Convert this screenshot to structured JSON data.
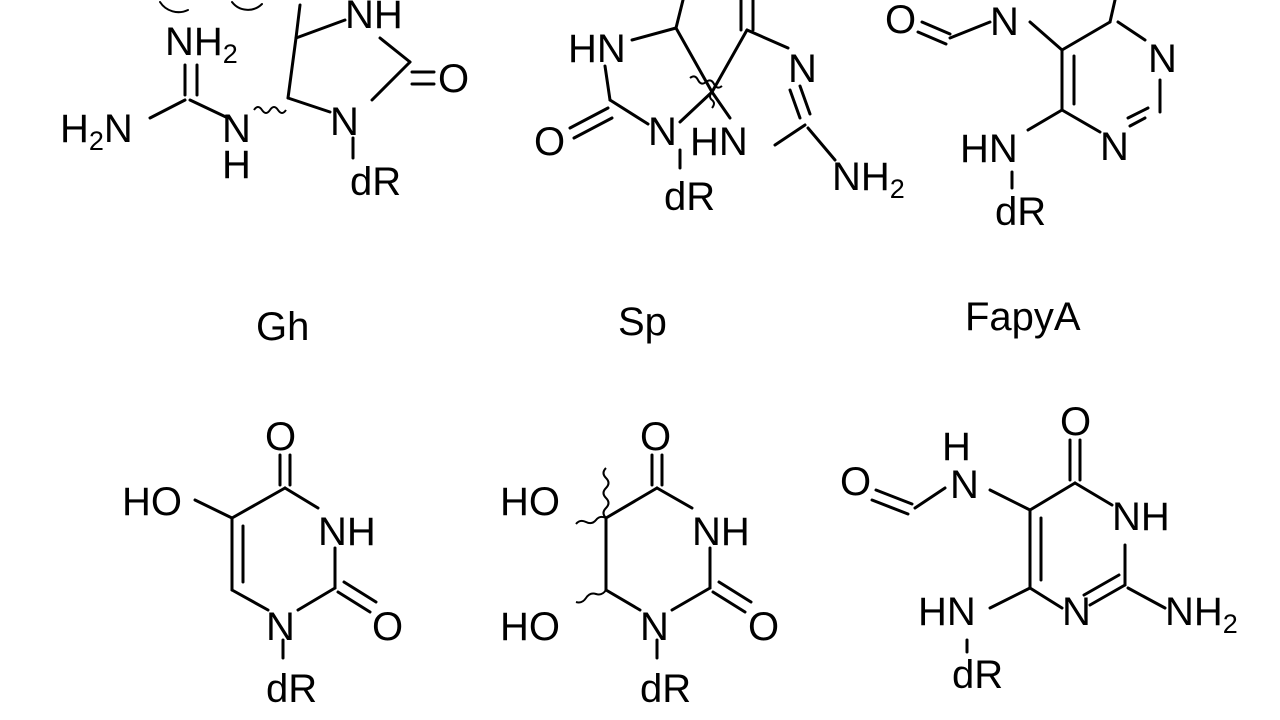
{
  "labels": {
    "gh": "Gh",
    "sp": "Sp",
    "fapya": "FapyA"
  },
  "atoms": {
    "nh": "NH",
    "hn": "HN",
    "n": "N",
    "h": "H",
    "o": "O",
    "ho": "HO",
    "dr": "dR",
    "nh2": "NH",
    "h2n": "H",
    "two": "2"
  }
}
